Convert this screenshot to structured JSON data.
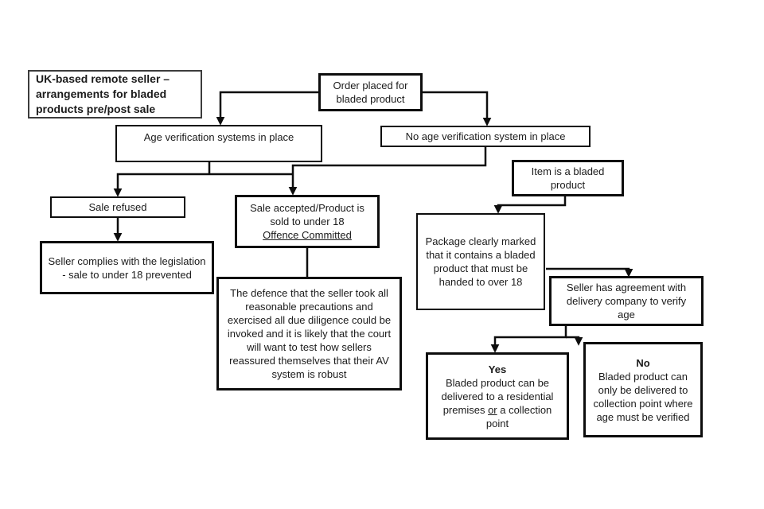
{
  "diagram": {
    "title_box": "UK-based remote seller – arrangements for bladed products pre/post sale",
    "nodes": {
      "order": "Order placed for bladed product",
      "av_in_place": "Age verification systems in place",
      "no_av_in_place": "No age verification system in place",
      "item_bladed": "Item is a bladed product",
      "sale_refused": "Sale refused",
      "sale_accepted": "Sale accepted/Product is sold to under 18",
      "sale_accepted_offence": "Offence Committed",
      "seller_complies": "Seller complies with the legislation - sale to under 18 prevented",
      "defence": "The defence that the seller took all reasonable precautions and exercised all due diligence could be invoked and it is likely that the court will want to test how sellers reassured themselves that their AV system is robust",
      "package_marked": "Package clearly marked that it contains a bladed product that must be handed to over 18",
      "agreement": "Seller has agreement with delivery company to verify age",
      "yes_label": "Yes",
      "yes_text_part1": "Bladed product can be delivered to a residential premises ",
      "yes_text_or": "or",
      "yes_text_part2": " a collection point",
      "no_label": "No",
      "no_text": "Bladed product can only be delivered to collection point where age must be verified"
    },
    "colors": {
      "line": "#0d0d0d",
      "text": "#1b1b1b",
      "background": "#ffffff"
    }
  }
}
